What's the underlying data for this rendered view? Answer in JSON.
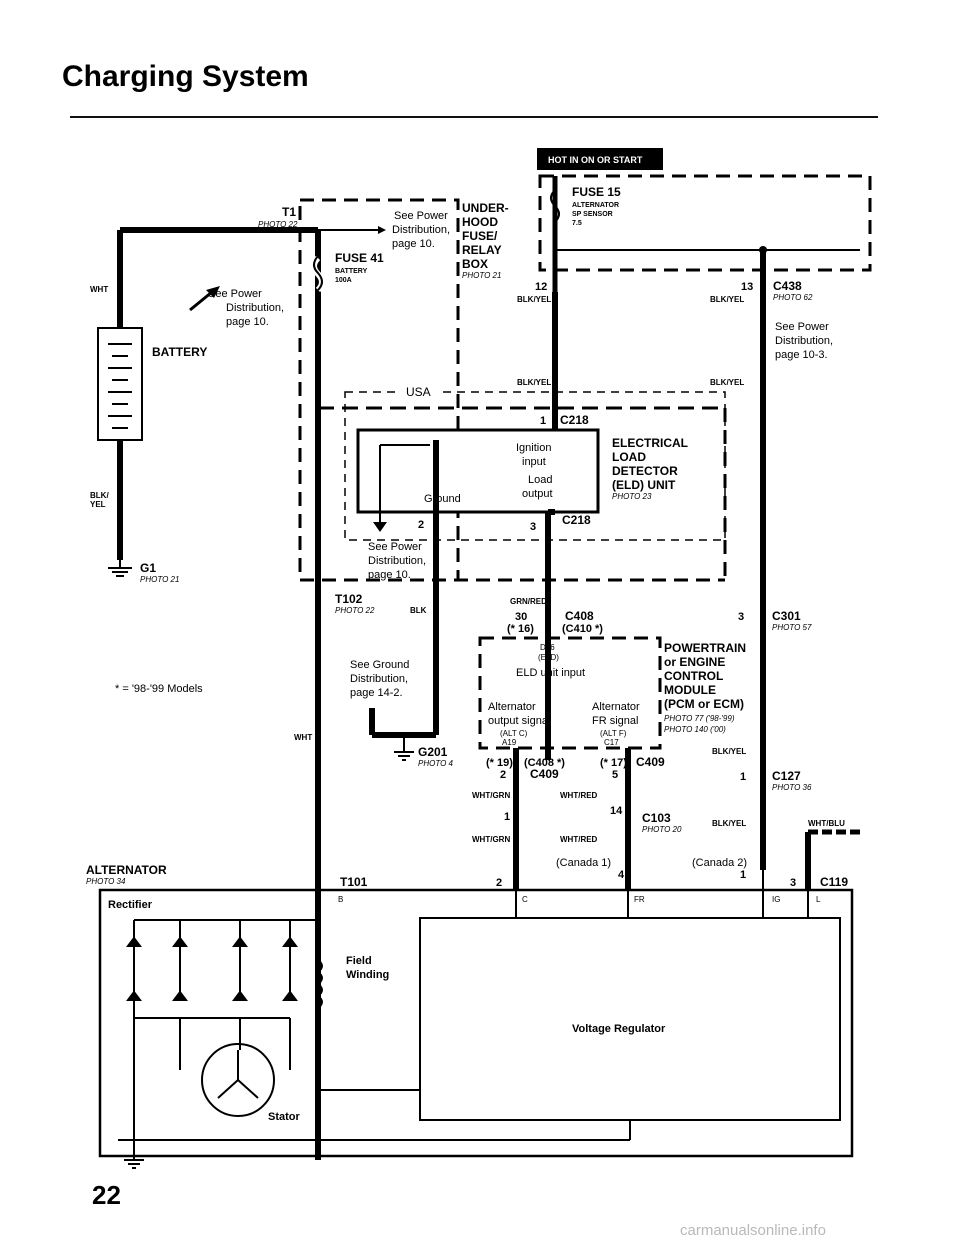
{
  "page": {
    "title": "Charging System",
    "page_number": "22",
    "watermark": "carmanualsonline.info"
  },
  "hot_banner": "HOT IN ON OR START",
  "fuses": {
    "fuse15_name": "FUSE 15",
    "fuse15_desc1": "ALTERNATOR",
    "fuse15_desc2": "SP SENSOR",
    "fuse15_amp": "7.5",
    "fuse41_name": "FUSE 41",
    "fuse41_desc": "BATTERY",
    "fuse41_amp": "100A"
  },
  "underhood": {
    "l1": "UNDER-",
    "l2": "HOOD",
    "l3": "FUSE/",
    "l4": "RELAY",
    "l5": "BOX",
    "photo": "PHOTO 21"
  },
  "see_power_1": [
    "See Power",
    "Distribution,",
    "page 10."
  ],
  "see_power_2": [
    "See Power",
    "Distribution,",
    "page 10."
  ],
  "see_power_3": [
    "See Power",
    "Distribution,",
    "page 10-3."
  ],
  "see_power_4": [
    "See Power",
    "Distribution,",
    "page 10."
  ],
  "see_ground": [
    "See Ground",
    "Distribution,",
    "page 14-2."
  ],
  "connectors": {
    "t1": "T1",
    "t1_photo": "PHOTO 22",
    "c438": "C438",
    "c438_photo": "PHOTO 62",
    "c218": "C218",
    "c218_b": "C218",
    "t102": "T102",
    "t102_photo": "PHOTO 22",
    "c408": "C408",
    "c410": "(C410 *)",
    "c301": "C301",
    "c301_photo": "PHOTO 57",
    "g1": "G1",
    "g1_photo": "PHOTO 21",
    "g201": "G201",
    "g201_photo": "PHOTO 4",
    "c409a": "C409",
    "c409b": "C409",
    "c408b": "(C408 *)",
    "c127": "C127",
    "c127_photo": "PHOTO 36",
    "c103": "C103",
    "c103_photo": "PHOTO 20",
    "c119": "C119",
    "t101": "T101"
  },
  "wires": {
    "wht": "WHT",
    "blk_yel": "BLK/YEL",
    "blk_yel_a": "BLK/",
    "blk_yel_b": "YEL",
    "grn_red": "GRN/RED",
    "blk": "BLK",
    "wht_grn": "WHT/GRN",
    "wht_red": "WHT/RED",
    "wht_blu": "WHT/BLU"
  },
  "pins": {
    "p12": "12",
    "p13": "13",
    "p1": "1",
    "p2": "2",
    "p3": "3",
    "p30": "30",
    "p16": "(* 16)",
    "p3b": "3",
    "p19": "(* 19)",
    "p2b": "2",
    "p17": "(* 17)",
    "p5": "5",
    "p1b": "1",
    "p1c": "1",
    "p14": "14",
    "p2c": "2",
    "p4": "4",
    "p1d": "1",
    "p3c": "3"
  },
  "battery": "BATTERY",
  "usa": "USA",
  "eld": {
    "ignition": [
      "Ignition",
      "input"
    ],
    "load": [
      "Load",
      "output"
    ],
    "ground": "Ground",
    "name": [
      "ELECTRICAL",
      "LOAD",
      "DETECTOR",
      "(ELD) UNIT"
    ],
    "photo": "PHOTO 23"
  },
  "pcm": {
    "d16": "D16",
    "eld_tag": "(ELD)",
    "eld_input": "ELD unit input",
    "alt_out": [
      "Alternator",
      "output signal"
    ],
    "alt_out_pin": [
      "(ALT C)",
      "A19"
    ],
    "fr_sig": [
      "Alternator",
      "FR signal"
    ],
    "fr_pin": [
      "(ALT F)",
      "C17"
    ],
    "name": [
      "POWERTRAIN",
      "or ENGINE",
      "CONTROL",
      "MODULE",
      "(PCM or ECM)"
    ],
    "photo1": "PHOTO 77 ('98-'99)",
    "photo2": "PHOTO 140 ('00)"
  },
  "note_models": "* = '98-'99 Models",
  "canada1": "(Canada 1)",
  "canada2": "(Canada 2)",
  "alternator": {
    "name": "ALTERNATOR",
    "photo": "PHOTO 34",
    "rectifier": "Rectifier",
    "field": [
      "Field",
      "Winding"
    ],
    "stator": "Stator",
    "regulator": "Voltage Regulator",
    "term_b": "B",
    "term_c": "C",
    "term_fr": "FR",
    "term_ig": "IG",
    "term_l": "L"
  }
}
